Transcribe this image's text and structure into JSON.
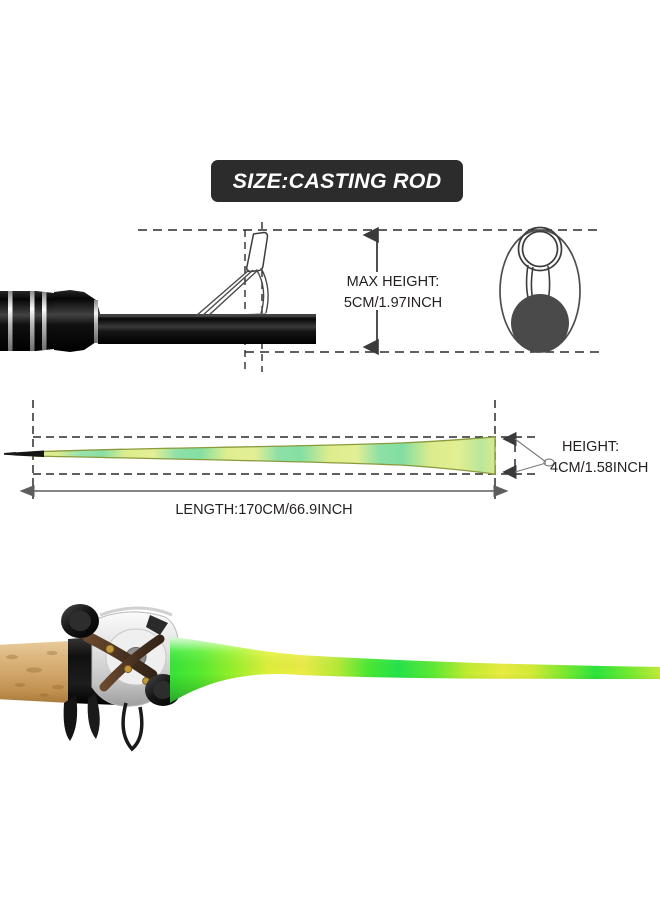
{
  "document": {
    "type": "product-size-diagram",
    "subject": "casting fishing rod",
    "background_color": "#ffffff"
  },
  "banner": {
    "label": "SIZE:CASTING ROD",
    "background_color": "#2c2c2c",
    "text_color": "#ffffff"
  },
  "diagrams": {
    "top": {
      "name": "rod-handle-side-view",
      "measurement": {
        "label_line1": "MAX HEIGHT:",
        "label_line2": "5CM/1.97INCH",
        "value_cm": "5CM",
        "value_inch": "1.97INCH"
      },
      "cross_section": {
        "name": "guide-cross-section",
        "ellipse_color": "#4d4d4d",
        "blank_color": "#4a4a4a"
      },
      "handle_color": "#111111",
      "ring_color": "#d9d9d9"
    },
    "bottom": {
      "name": "rod-collapsed-side-view",
      "length": {
        "label": "LENGTH:170CM/66.9INCH",
        "value_cm": "170CM",
        "value_inch": "66.9INCH"
      },
      "height": {
        "label_line1": "HEIGHT:",
        "label_line2": "4CM/1.58INCH",
        "value_cm": "4CM",
        "value_inch": "1.58INCH"
      },
      "blank_colors": {
        "yellow_green": "#e2ee8a",
        "mint_green": "#8fe0a8",
        "outline": "#8a9a3d",
        "tip": "#1a1a1a"
      }
    }
  },
  "photo": {
    "name": "casting-rod-product-photo",
    "cork_color": "#d9b57e",
    "reel_seat_color": "#141414",
    "reel_body_color": "#e8e8e8",
    "blank_green": "#3ef03e",
    "blank_yellow": "#e8f442"
  },
  "style": {
    "dashed_line_color": "#2b2b2b",
    "arrow_color": "#555555",
    "text_color": "#231f20"
  }
}
